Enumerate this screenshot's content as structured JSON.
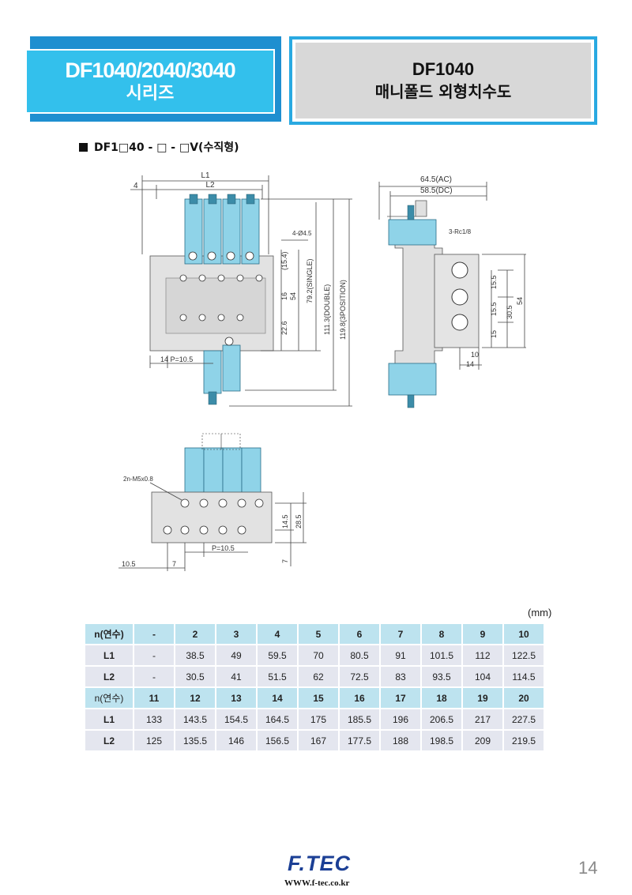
{
  "header": {
    "left_line1": "DF1040/2040/3040",
    "left_line2": "시리즈",
    "right_line1": "DF1040",
    "right_line2": "매니폴드 외형치수도"
  },
  "section_title": "DF1□40 - □ - □V(수직형)",
  "colors": {
    "accent_blue": "#33c0ec",
    "border_blue": "#29a9e1",
    "table_head": "#bde3ef",
    "table_body": "#e4e6ef",
    "valve_cyan": "#8fd3e8"
  },
  "drawing_front": {
    "labels": {
      "l1": "L1",
      "l2": "L2",
      "offset": "4",
      "holes": "4-Ø4.5",
      "d154": "(15.4)",
      "d16": "16",
      "d54": "54",
      "d226": "22.6",
      "single": "79.2(SINGLE)",
      "double": "111.3(DOUBLE)",
      "position": "119.8(3POSITION)",
      "pitch": "14 P=10.5"
    }
  },
  "drawing_side": {
    "labels": {
      "ac": "64.5(AC)",
      "dc": "58.5(DC)",
      "rc": "3-Rc1/8",
      "d155a": "15.5",
      "d155b": "15.5",
      "d305": "30.5",
      "d54": "54",
      "d15": "15",
      "d10": "10",
      "d14": "14"
    }
  },
  "drawing_bottom": {
    "labels": {
      "m5": "2n-M5x0.8",
      "d145": "14.5",
      "d285": "28.5",
      "pitch": "P=10.5",
      "d7": "7",
      "d105": "10.5",
      "d7b": "7"
    }
  },
  "table": {
    "unit": "(mm)",
    "rows": [
      {
        "label": "n(연수)",
        "kind": "head",
        "values": [
          "-",
          "2",
          "3",
          "4",
          "5",
          "6",
          "7",
          "8",
          "9",
          "10"
        ]
      },
      {
        "label": "L1",
        "kind": "body",
        "values": [
          "-",
          "38.5",
          "49",
          "59.5",
          "70",
          "80.5",
          "91",
          "101.5",
          "112",
          "122.5"
        ]
      },
      {
        "label": "L2",
        "kind": "body",
        "values": [
          "-",
          "30.5",
          "41",
          "51.5",
          "62",
          "72.5",
          "83",
          "93.5",
          "104",
          "114.5"
        ]
      },
      {
        "label": "n(연수)",
        "kind": "head",
        "values": [
          "11",
          "12",
          "13",
          "14",
          "15",
          "16",
          "17",
          "18",
          "19",
          "20"
        ]
      },
      {
        "label": "L1",
        "kind": "body",
        "values": [
          "133",
          "143.5",
          "154.5",
          "164.5",
          "175",
          "185.5",
          "196",
          "206.5",
          "217",
          "227.5"
        ]
      },
      {
        "label": "L2",
        "kind": "body",
        "values": [
          "125",
          "135.5",
          "146",
          "156.5",
          "167",
          "177.5",
          "188",
          "198.5",
          "209",
          "219.5"
        ]
      }
    ]
  },
  "footer": {
    "logo": "F.TEC",
    "url": "WWW.f-tec.co.kr",
    "page": "14"
  }
}
